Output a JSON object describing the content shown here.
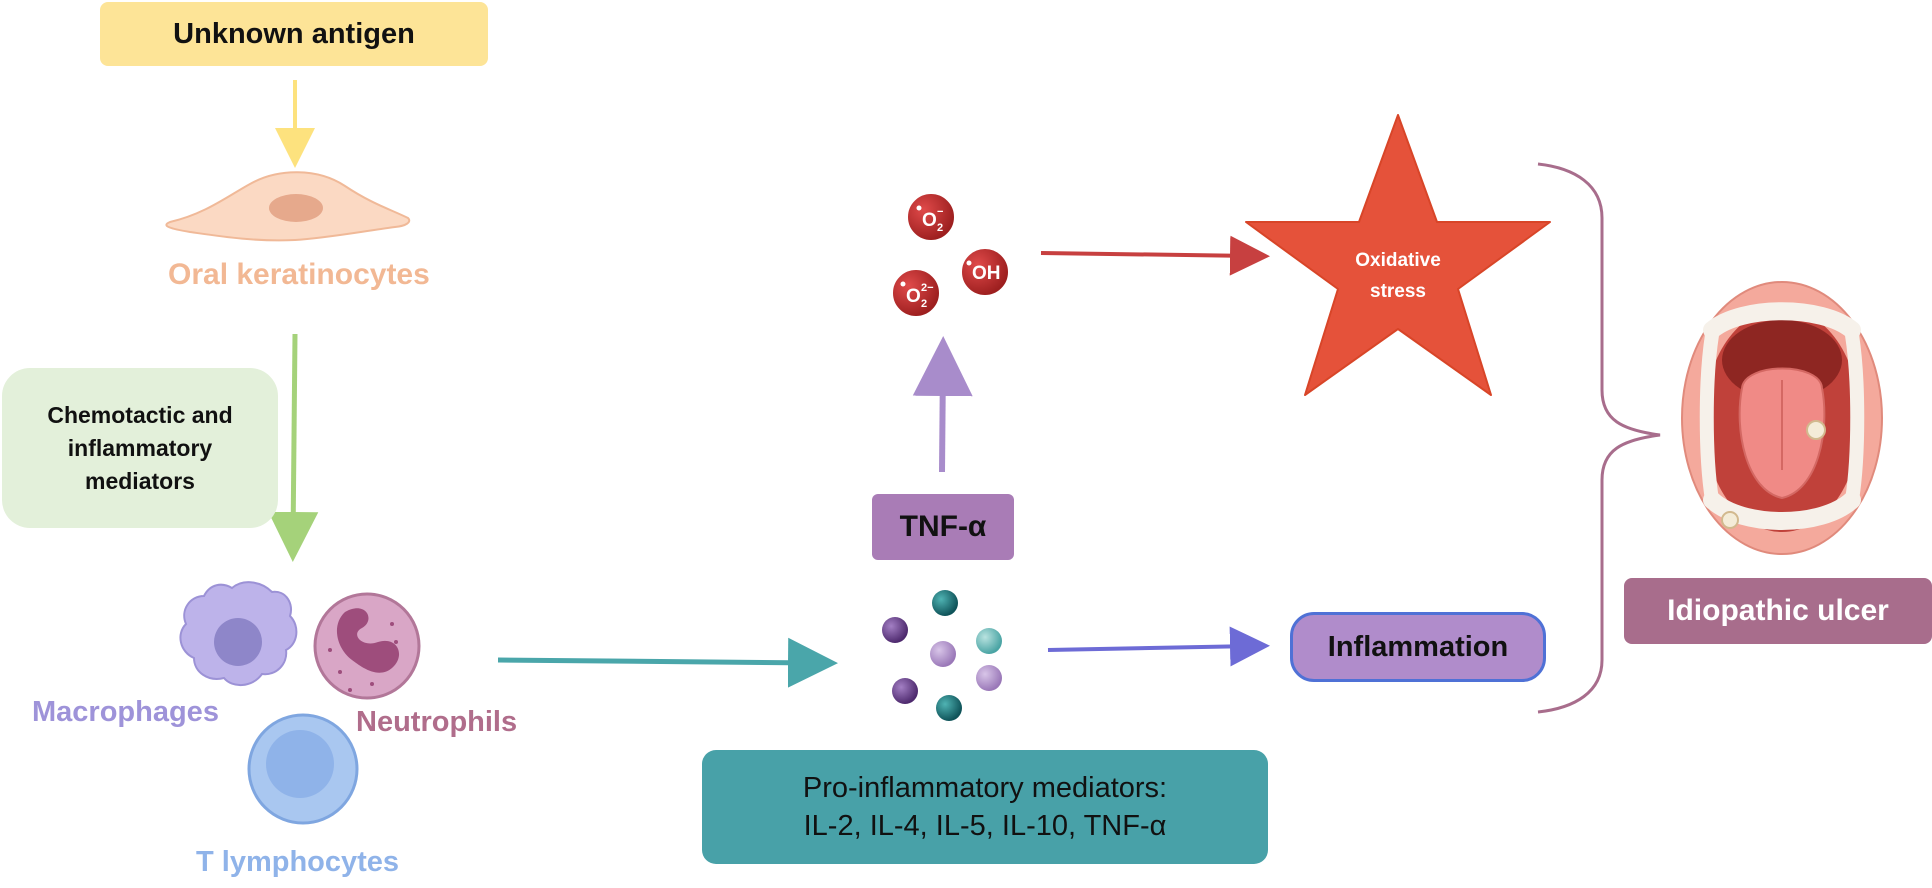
{
  "boxes": {
    "antigen": "Unknown antigen",
    "mediators": "Chemotactic and\ninflammatory\nmediators",
    "tnf": "TNF-α",
    "inflammation": "Inflammation",
    "ulcer": "Idiopathic ulcer",
    "pro_line1": "Pro-inflammatory mediators:",
    "pro_line2": "IL-2, IL-4, IL-5, IL-10, TNF-α"
  },
  "labels": {
    "keratinocytes": "Oral keratinocytes",
    "macrophages": "Macrophages",
    "neutrophils": "Neutrophils",
    "t_lymphocytes": "T lymphocytes"
  },
  "star": {
    "line1": "Oxidative",
    "line2": "stress"
  },
  "radicals": {
    "superoxide": "O",
    "superoxide_sub": "2",
    "superoxide_sup": "−",
    "hydroxyl": "OH",
    "peroxide": "O",
    "peroxide_sub": "2",
    "peroxide_sup": "2−"
  },
  "colors": {
    "antigen_arrow": "#fde27e",
    "keratinocyte_arrow": "#a5d27a",
    "cells_arrow": "#4aa6aa",
    "tnf_arrow": "#a88ccb",
    "oxidative_arrow": "#c74040",
    "inflammation_arrow": "#6d6bd6",
    "brace": "#a86d8c",
    "star": "#e5523a",
    "radical": "#c02a2a"
  },
  "icons": [
    "keratinocyte-cell-icon",
    "macrophage-cell-icon",
    "neutrophil-cell-icon",
    "t-lymphocyte-cell-icon",
    "cytokine-particles-icon",
    "open-mouth-icon",
    "radical-icon",
    "star-icon"
  ]
}
